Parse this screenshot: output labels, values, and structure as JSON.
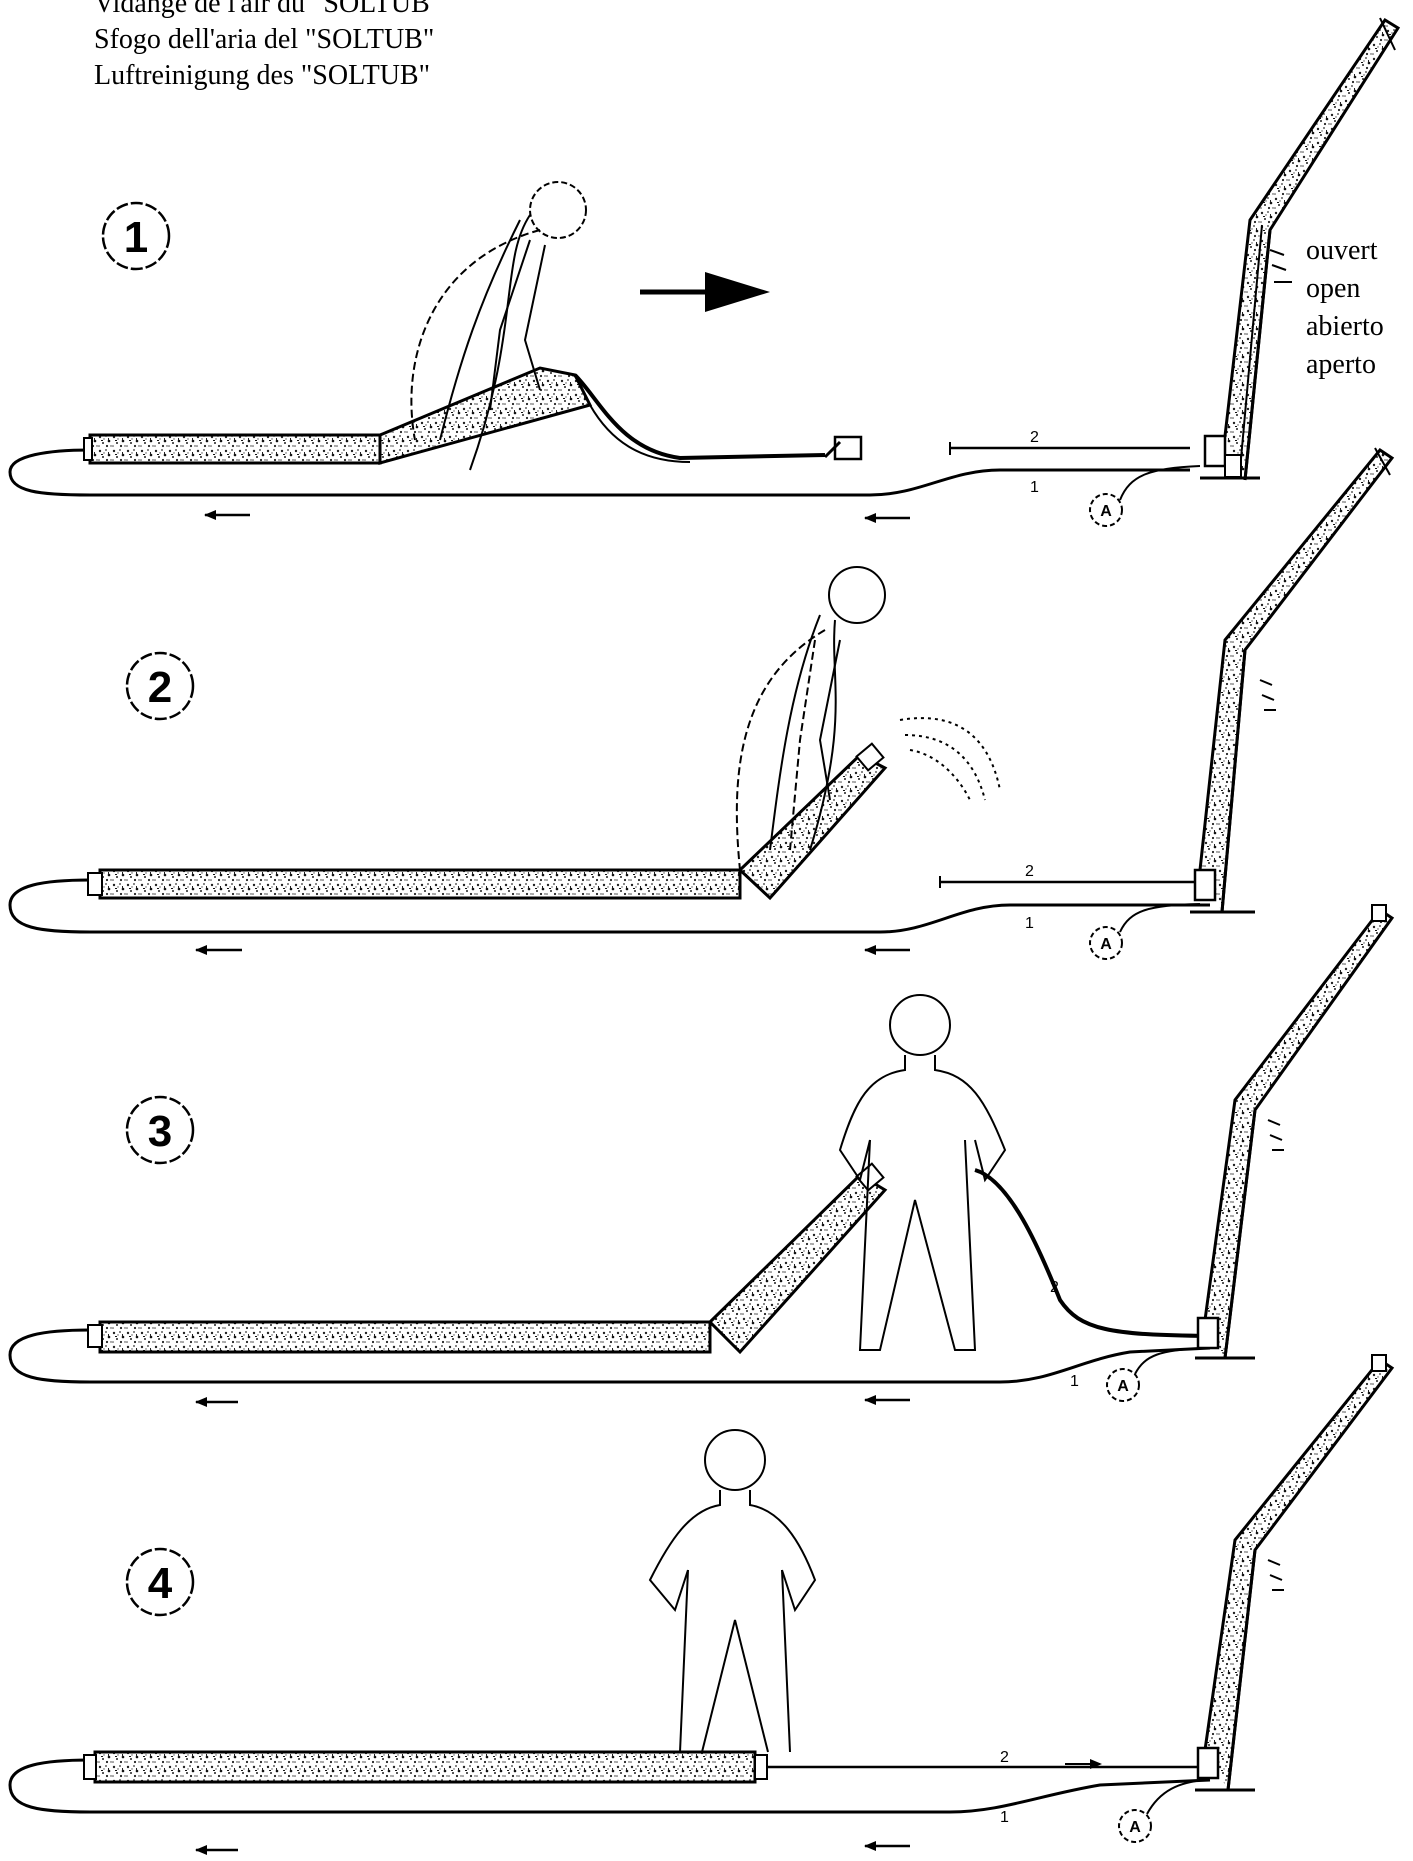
{
  "header": {
    "line0": "Vidange de l'air du \"SOLTUB\"",
    "line1": "Sfogo dell'aria del \"SOLTUB\"",
    "line2": "Luftreinigung des \"SOLTUB\""
  },
  "valve_state": [
    "ouvert",
    "open",
    "abierto",
    "aperto"
  ],
  "steps": [
    "1",
    "2",
    "3",
    "4"
  ],
  "hose_labels": {
    "one": "1",
    "two": "2",
    "a": "A"
  },
  "colors": {
    "ink": "#000000",
    "background": "#ffffff",
    "granular": "#444444"
  }
}
